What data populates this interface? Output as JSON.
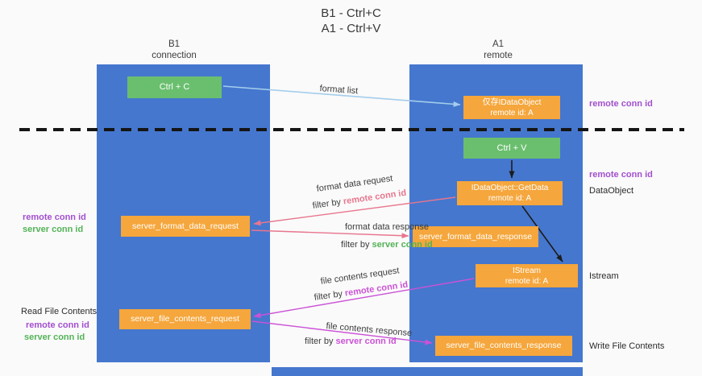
{
  "colors": {
    "lane-blue": "#4577ce",
    "box-green": "#6abf6e",
    "box-orange": "#f5a63c",
    "arrow-blue": "#a3cdec",
    "arrow-black": "#1c1c1c",
    "arrow-pink": "#e8768e",
    "arrow-magenta": "#cb52d6",
    "text-purple": "#a24fd0",
    "text-green": "#53b357"
  },
  "title": {
    "line1": "B1 - Ctrl+C",
    "line2": "A1 - Ctrl+V"
  },
  "lanes": {
    "left": {
      "name": "B1",
      "subtitle": "connection"
    },
    "right": {
      "name": "A1",
      "subtitle": "remote"
    }
  },
  "boxes": {
    "ctrl_c": {
      "label": "Ctrl + C"
    },
    "ctrl_v": {
      "label": "Ctrl + V"
    },
    "idataobject": {
      "line1": "仅存IDataObject",
      "line2": "remote id: A"
    },
    "getdata": {
      "line1": "IDataObject::GetData",
      "line2": "remote id: A"
    },
    "istream": {
      "line1": "IStream",
      "line2": "remote id: A"
    },
    "format_request": {
      "label": "server_format_data_request"
    },
    "format_response": {
      "label": "server_format_data_response"
    },
    "file_request": {
      "label": "server_file_contents_request"
    },
    "file_response": {
      "label": "server_file_contents_response"
    }
  },
  "arrows": {
    "format_list": {
      "label": "format list"
    },
    "format_data_request": {
      "label": "format data request"
    },
    "format_data_request_filter": {
      "prefix": "filter by ",
      "highlight": "remote conn id"
    },
    "format_data_response": {
      "label": "format data response"
    },
    "format_data_response_filter": {
      "prefix": "filter by ",
      "highlight": "server conn id"
    },
    "file_contents_request": {
      "label": "file contents request"
    },
    "file_contents_request_filter": {
      "prefix": "filter by ",
      "highlight": "remote conn id"
    },
    "file_contents_response": {
      "label": "file contents response"
    },
    "file_contents_response_filter": {
      "prefix": "filter by ",
      "highlight": "server conn id"
    }
  },
  "side_labels": {
    "right_remote_conn_id_top": "remote conn id",
    "right_remote_conn_id_mid": "remote conn id",
    "dataobject": "DataObject",
    "istream": "Istream",
    "write_file_contents": "Write File Contents",
    "left_remote_conn_id_top": "remote conn id",
    "left_server_conn_id_top": "server conn id",
    "read_file_contents": "Read File Contents",
    "left_remote_conn_id_bottom": "remote conn id",
    "left_server_conn_id_bottom": "server conn id"
  }
}
